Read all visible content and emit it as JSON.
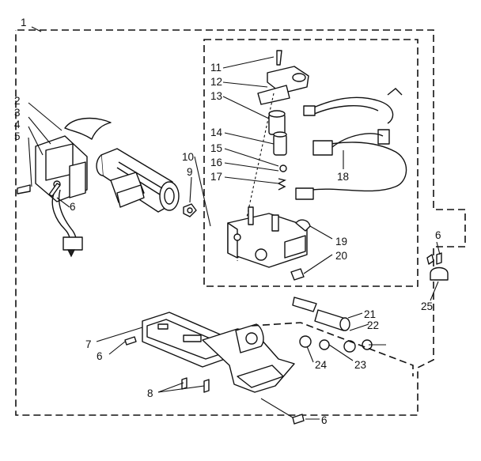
{
  "callouts": {
    "c1": "1",
    "c2": "2",
    "c3": "3",
    "c4": "4",
    "c5": "5",
    "c6_left": "6",
    "c6_right_top": "6",
    "c6_mid": "6",
    "c6_bottom": "6",
    "c7": "7",
    "c8": "8",
    "c9": "9",
    "c10": "10",
    "c11": "11",
    "c12": "12",
    "c13": "13",
    "c14": "14",
    "c15": "15",
    "c16": "16",
    "c17": "17",
    "c18": "18",
    "c19": "19",
    "c20": "20",
    "c21": "21",
    "c22": "22",
    "c23": "23",
    "c24": "24",
    "c25": "25"
  }
}
